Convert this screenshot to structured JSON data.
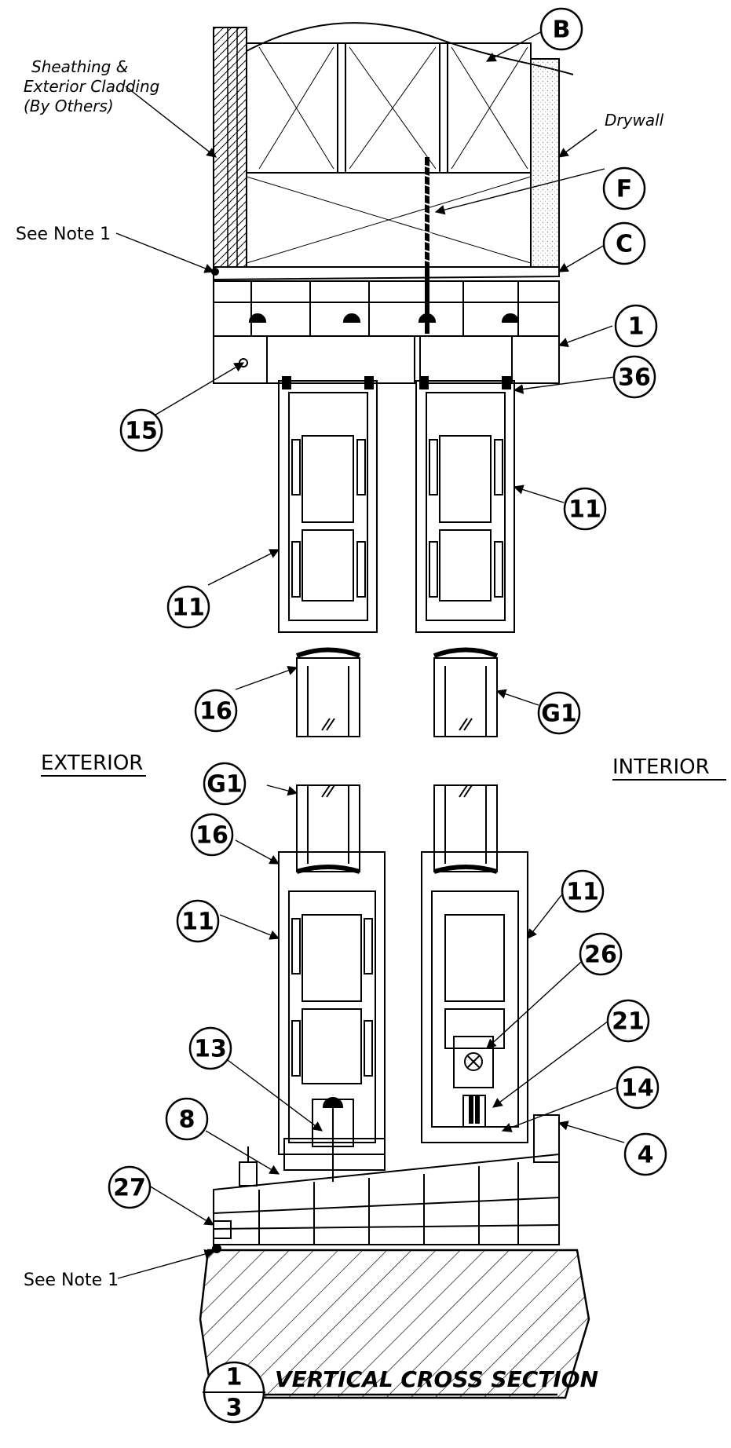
{
  "labels": {
    "sheathing_line1": "Sheathing &",
    "sheathing_line2": "Exterior Cladding",
    "sheathing_line3": "(By Others)",
    "drywall": "Drywall",
    "see_note_top": "See Note 1",
    "see_note_bottom": "See Note 1",
    "exterior": "EXTERIOR",
    "interior": "INTERIOR"
  },
  "callouts": {
    "b": "B",
    "f": "F",
    "c": "C",
    "c1": "1",
    "c36": "36",
    "c15": "15",
    "c11_top_right": "11",
    "c11_top_left": "11",
    "c16_top": "16",
    "g1_top": "G1",
    "g1_bottom": "G1",
    "c16_bottom": "16",
    "c11_bottom_left": "11",
    "c11_bottom_right": "11",
    "c26": "26",
    "c21": "21",
    "c13": "13",
    "c14": "14",
    "c8": "8",
    "c4": "4",
    "c27": "27"
  },
  "title": {
    "number": "1",
    "sheet": "3",
    "text": "VERTICAL CROSS SECTION"
  }
}
